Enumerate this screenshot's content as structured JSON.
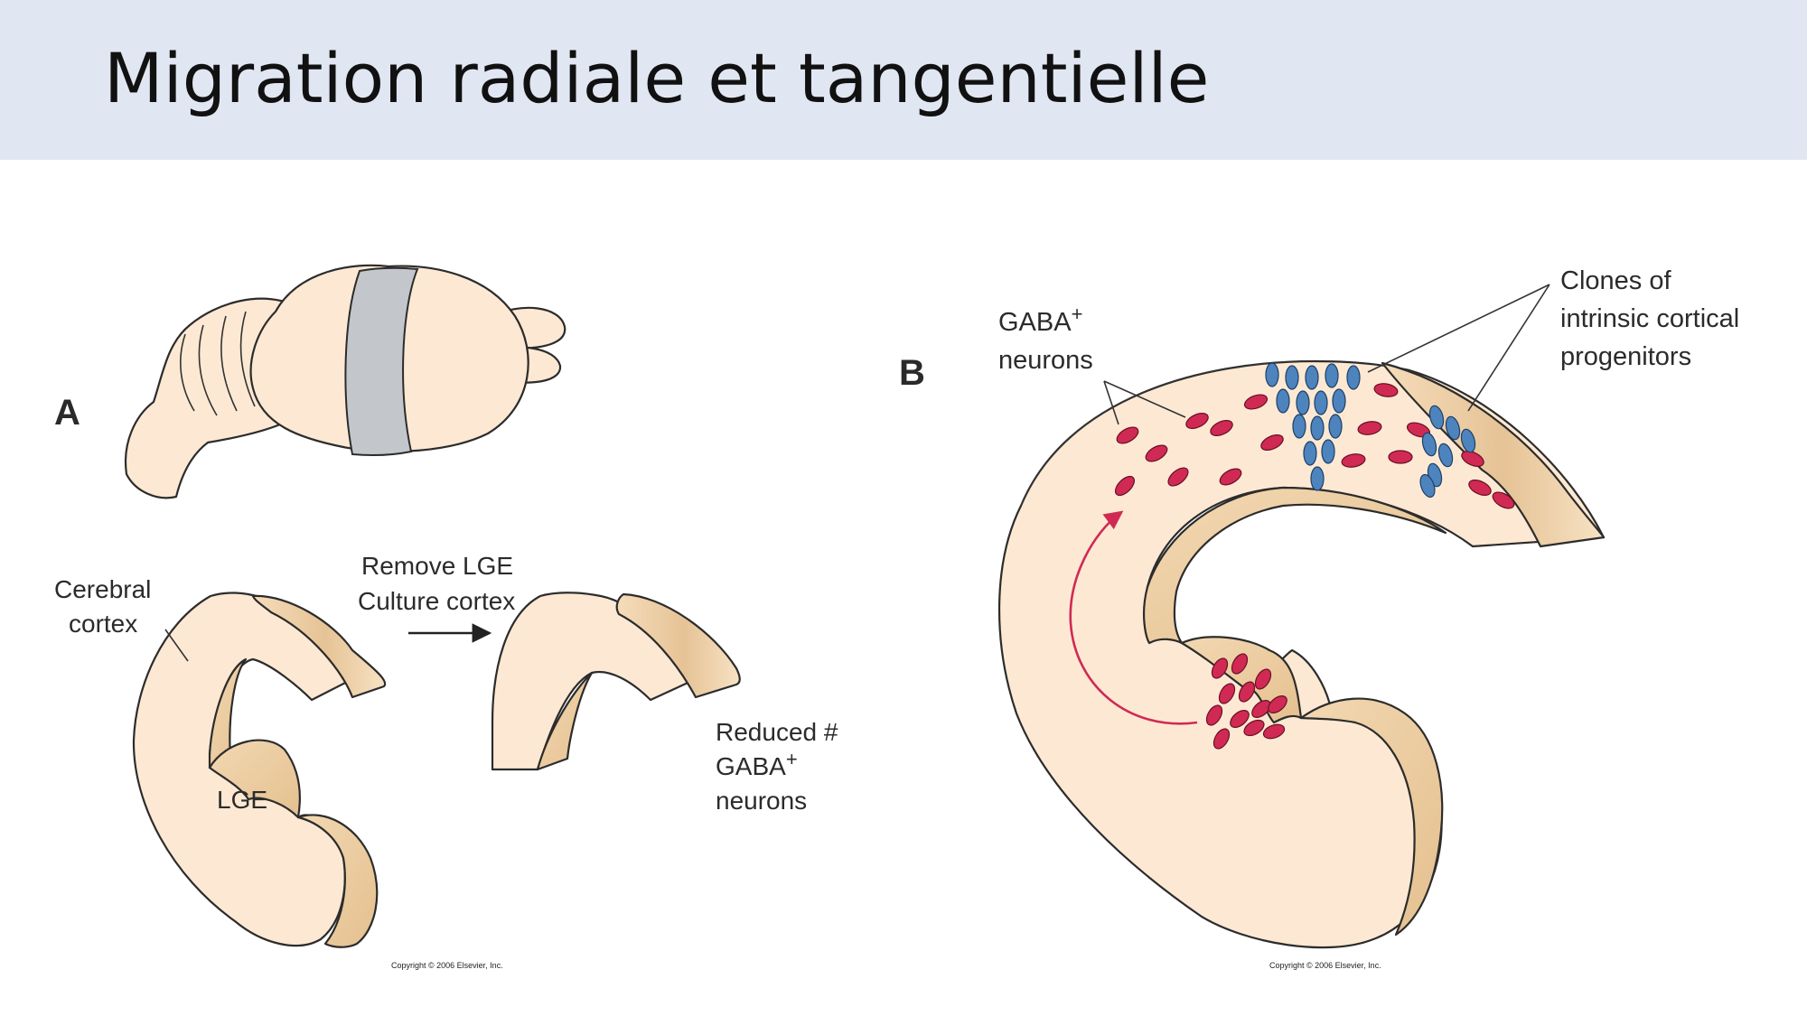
{
  "slide": {
    "title": "Migration radiale et tangentielle"
  },
  "panel_a": {
    "letter": "A",
    "cerebral_cortex_line1": "Cerebral",
    "cerebral_cortex_line2": "cortex",
    "lge": "LGE",
    "step_line1": "Remove LGE",
    "step_line2": "Culture cortex",
    "result_line1": "Reduced #",
    "result_line2": "GABA",
    "result_line2_sup": "+",
    "result_line3": "neurons",
    "copyright": "Copyright © 2006 Elsevier, Inc."
  },
  "panel_b": {
    "letter": "B",
    "gaba_line1": "GABA",
    "gaba_sup": "+",
    "gaba_line2": "neurons",
    "clones_line1": "Clones of",
    "clones_line2": "intrinsic cortical",
    "clones_line3": "progenitors",
    "copyright": "Copyright © 2006 Elsevier, Inc."
  },
  "colors": {
    "title_bar": "#e1e7f2",
    "tissue": "#fde9d3",
    "tissue_cut": "#e9c9a0",
    "gaba_neuron": "#d02a54",
    "clone_cell": "#4d84be",
    "section_band": "#c3c7cc",
    "arrow": "#d02a54"
  }
}
